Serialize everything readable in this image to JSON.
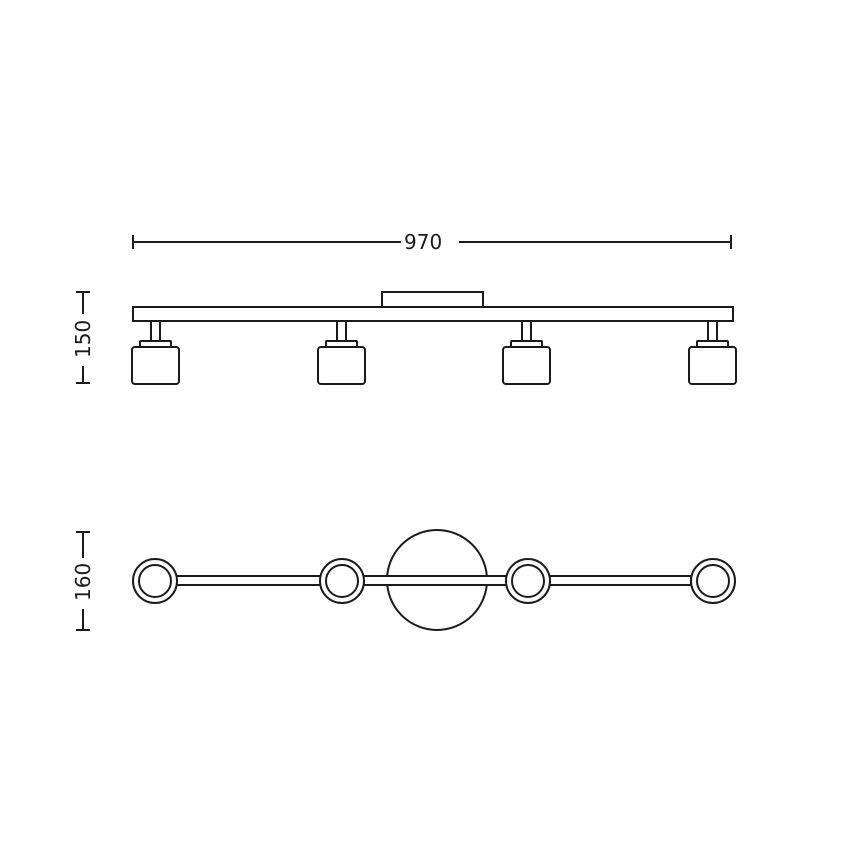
{
  "diagram": {
    "type": "technical-drawing",
    "subject": "4-light spotlight bar",
    "units": "mm",
    "dimensions": {
      "width": "970",
      "height_front_view": "150",
      "depth_top_view": "160"
    },
    "views": [
      {
        "name": "front-view",
        "spotlights": 4,
        "has_canopy": true
      },
      {
        "name": "bottom-view",
        "spotlights": 4,
        "has_round_canopy": true
      }
    ],
    "colors": {
      "line": "#1a1a1a",
      "background": "#ffffff"
    }
  }
}
